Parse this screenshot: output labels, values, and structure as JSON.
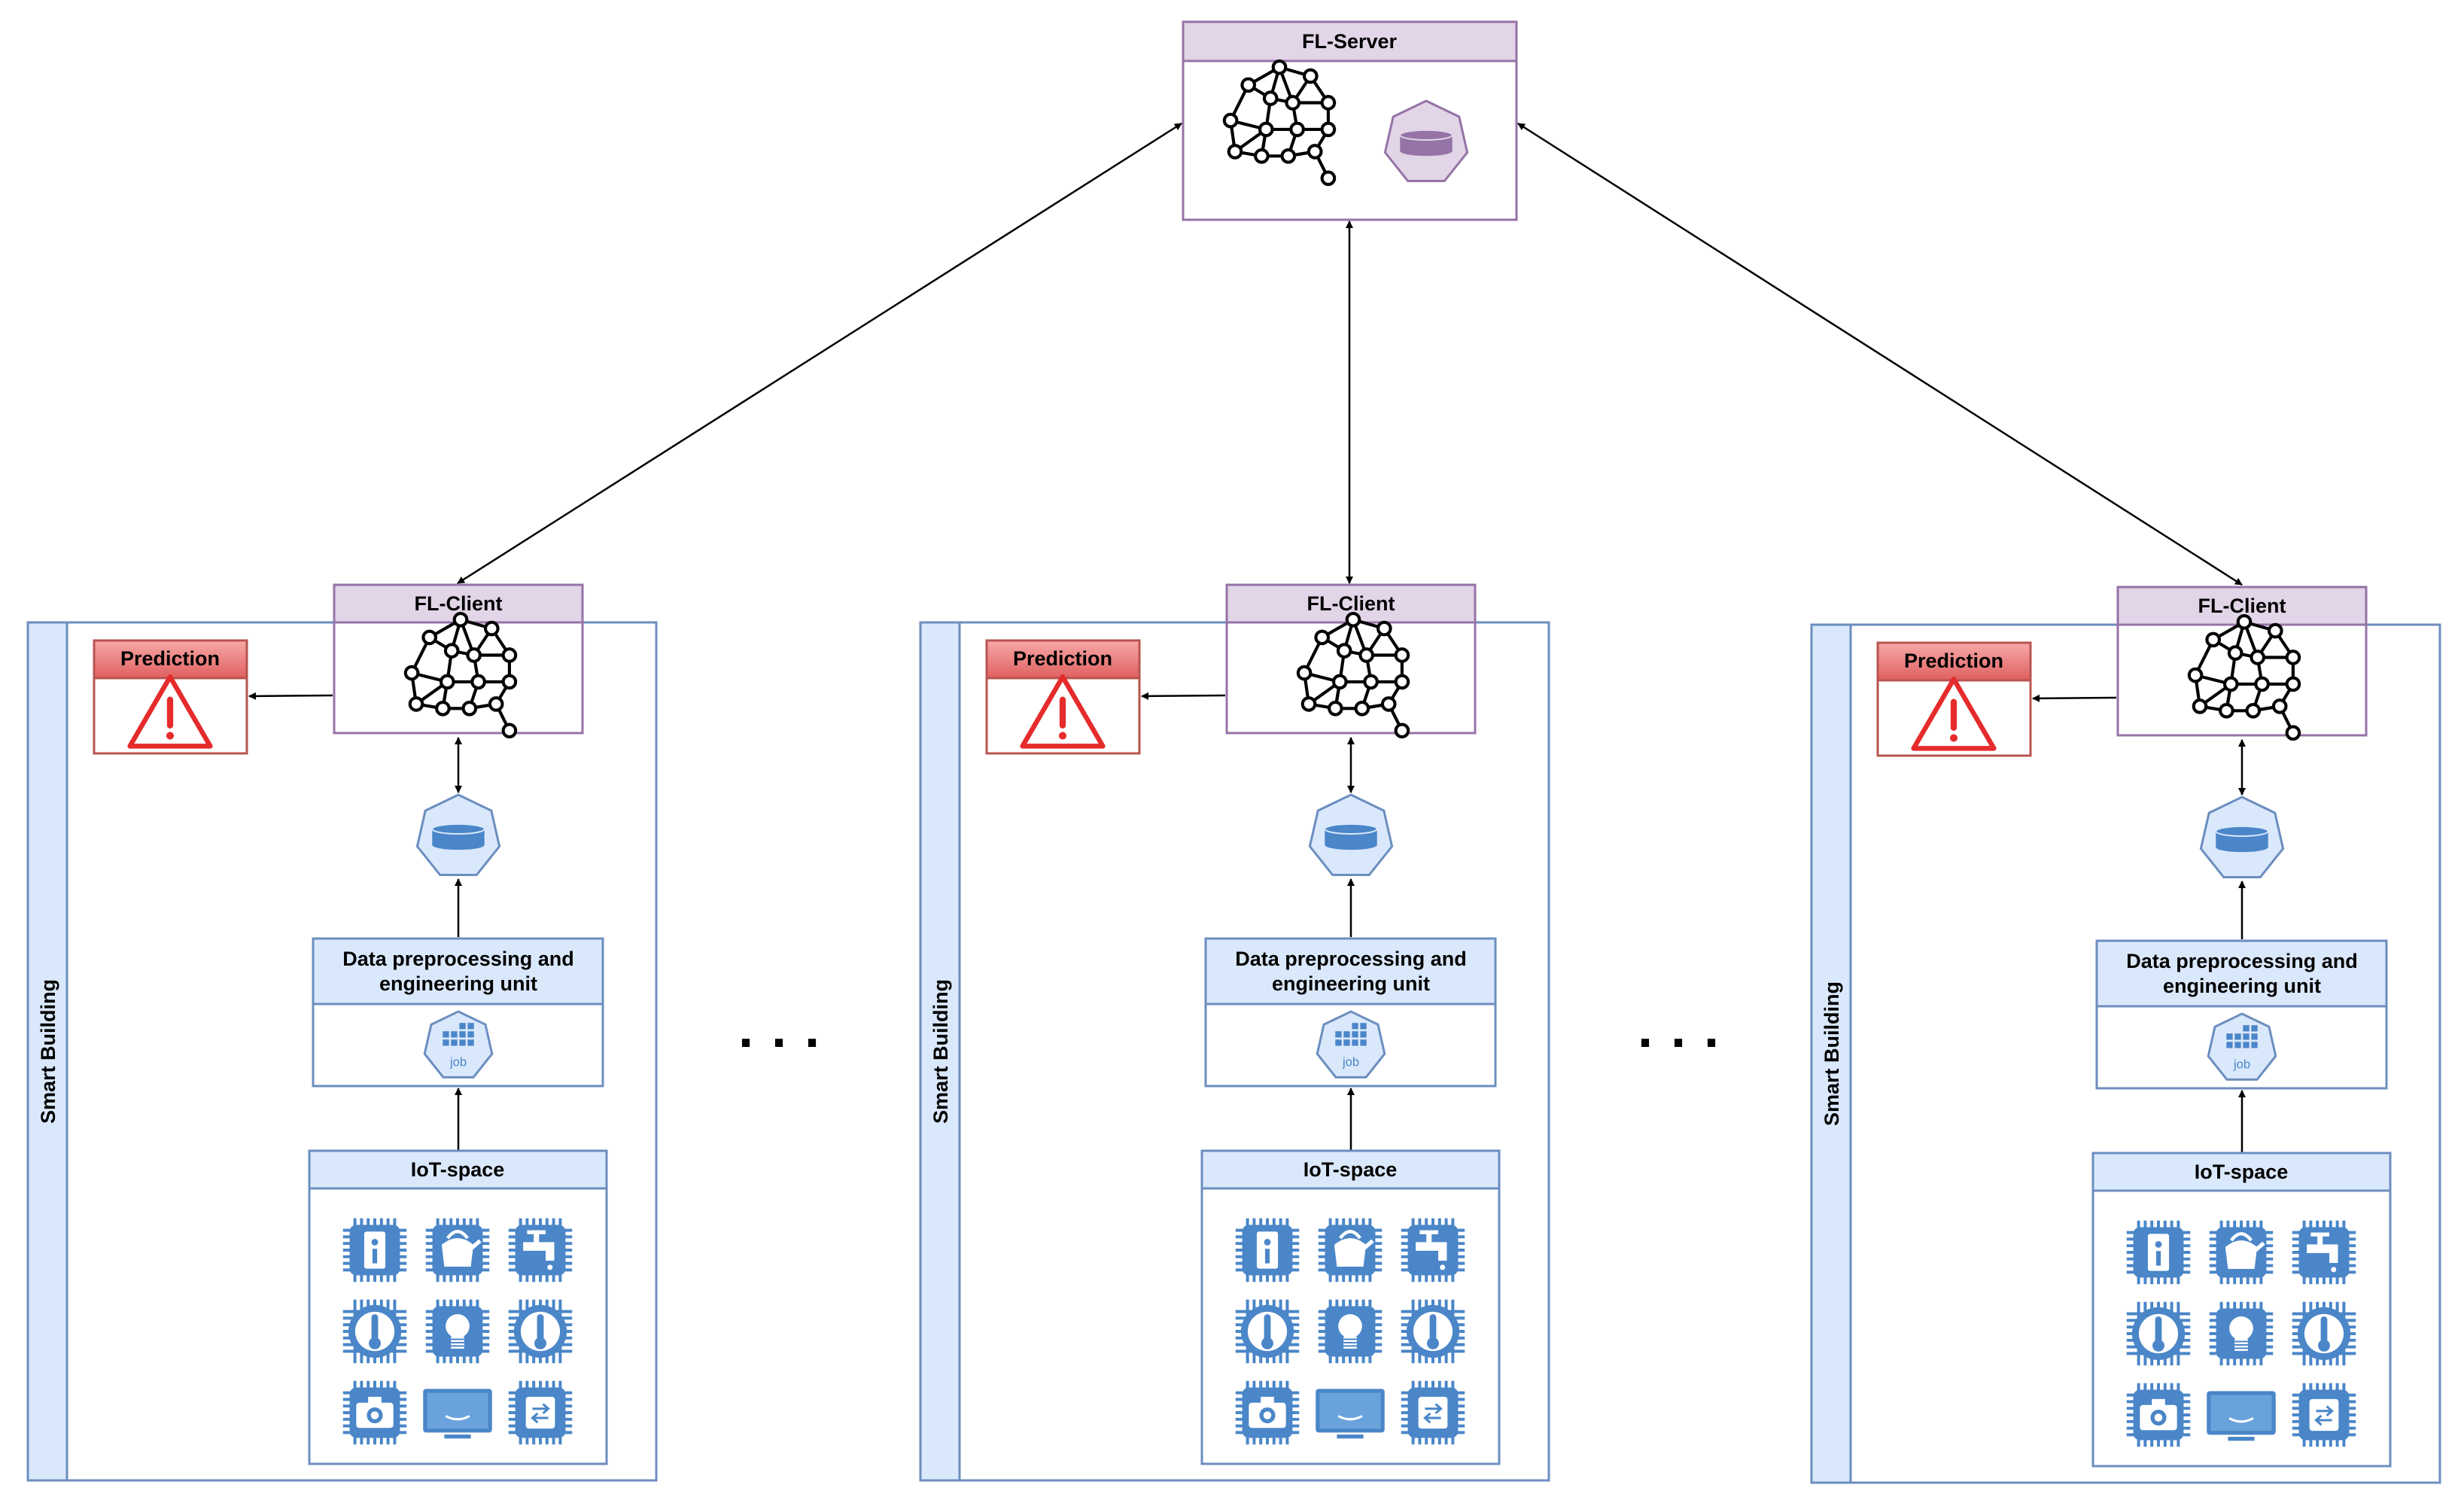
{
  "server": {
    "title": "FL-Server"
  },
  "buildings": [
    {
      "label": "Smart Building",
      "client_title": "FL-Client",
      "prediction_title": "Prediction",
      "preprocessing_title_line1": "Data preprocessing and",
      "preprocessing_title_line2": "engineering  unit",
      "job_label": "job",
      "iot_title": "IoT-space"
    },
    {
      "label": "Smart Building",
      "client_title": "FL-Client",
      "prediction_title": "Prediction",
      "preprocessing_title_line1": "Data preprocessing and",
      "preprocessing_title_line2": "engineering  unit",
      "job_label": "job",
      "iot_title": "IoT-space"
    },
    {
      "label": "Smart Building",
      "client_title": "FL-Client",
      "prediction_title": "Prediction",
      "preprocessing_title_line1": "Data preprocessing and",
      "preprocessing_title_line2": "engineering  unit",
      "job_label": "job",
      "iot_title": "IoT-space"
    }
  ],
  "ellipsis": [
    "· · ·",
    "· · ·"
  ],
  "iot_devices": [
    "info-device-icon",
    "kettle-icon",
    "faucet-icon",
    "thermometer-icon",
    "light-bulb-icon",
    "thermometer-icon",
    "camera-icon",
    "tv-icon",
    "switch-icon"
  ],
  "colors": {
    "purple_fill": "#e1d5e7",
    "purple_stroke": "#9673a6",
    "blue_fill": "#dae8fc",
    "blue_stroke": "#6c8ebf",
    "red_fill": "#f8cecc",
    "red_stroke": "#b85450",
    "icon_blue": "#4a86c8",
    "warning_red": "#e52b2b"
  }
}
